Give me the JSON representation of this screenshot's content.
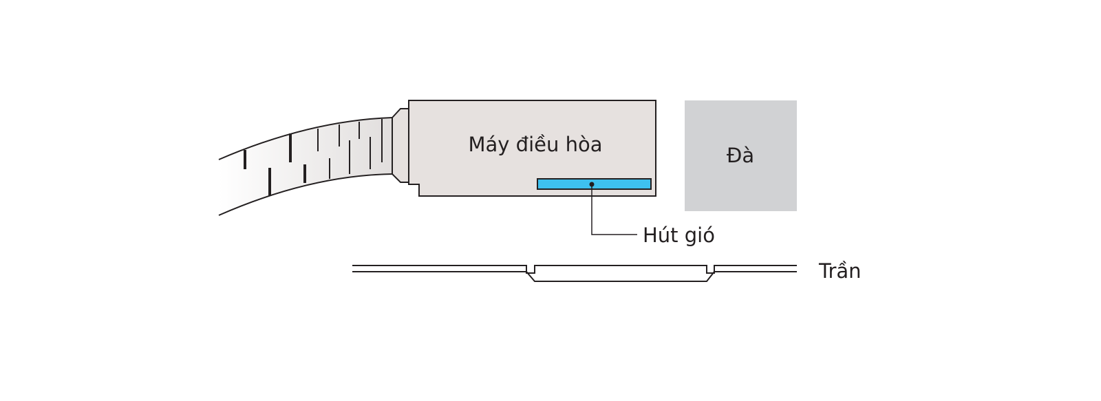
{
  "labels": {
    "unit": "Máy điều hòa",
    "beam": "Đà",
    "intake": "Hút gió",
    "ceiling": "Trần"
  },
  "colors": {
    "stroke": "#231f20",
    "unit_fill": "#e6e1df",
    "beam_fill": "#d1d2d4",
    "intake_fill": "#3ec1ef",
    "background": "#ffffff"
  },
  "icons": {
    "duct": "flexible-duct-icon"
  }
}
